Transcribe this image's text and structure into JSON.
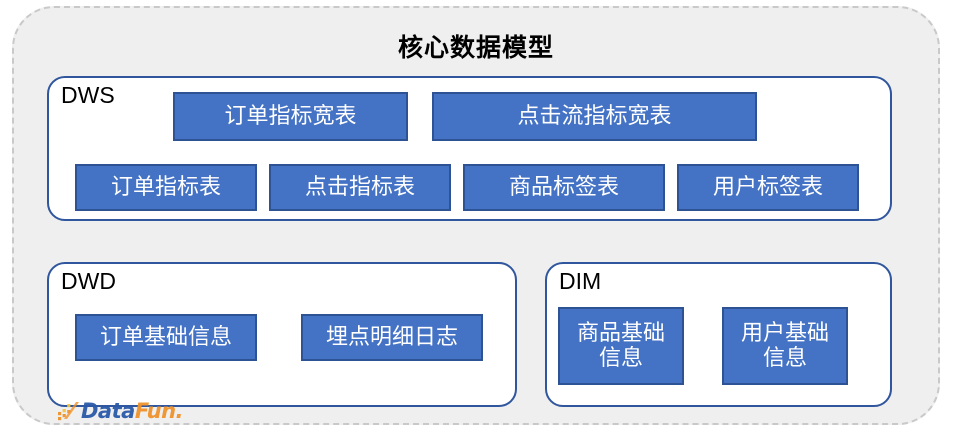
{
  "diagram": {
    "title": "核心数据模型",
    "colors": {
      "outer_fill": "#EFEFEF",
      "outer_border": "#C9C9C9",
      "panel_fill": "#FFFFFF",
      "panel_border": "#30569E",
      "box_fill": "#4472C4",
      "box_border": "#2E5395",
      "box_text": "#FFFFFF",
      "title_text": "#000000"
    },
    "layers": [
      {
        "id": "dws",
        "label": "DWS",
        "rows": [
          {
            "boxes": [
              {
                "label": "订单指标宽表"
              },
              {
                "label": "点击流指标宽表"
              }
            ]
          },
          {
            "boxes": [
              {
                "label": "订单指标表"
              },
              {
                "label": "点击指标表"
              },
              {
                "label": "商品标签表"
              },
              {
                "label": "用户标签表"
              }
            ]
          }
        ]
      },
      {
        "id": "dwd",
        "label": "DWD",
        "rows": [
          {
            "boxes": [
              {
                "label": "订单基础信息"
              },
              {
                "label": "埋点明细日志"
              }
            ]
          }
        ]
      },
      {
        "id": "dim",
        "label": "DIM",
        "rows": [
          {
            "boxes": [
              {
                "label": "商品基础\n信息"
              },
              {
                "label": "用户基础\n信息"
              }
            ]
          }
        ]
      }
    ]
  },
  "watermark": {
    "primary": "Data",
    "secondary": "Fun.",
    "primary_color": "#2B5AA8",
    "secondary_color": "#F0932B"
  }
}
